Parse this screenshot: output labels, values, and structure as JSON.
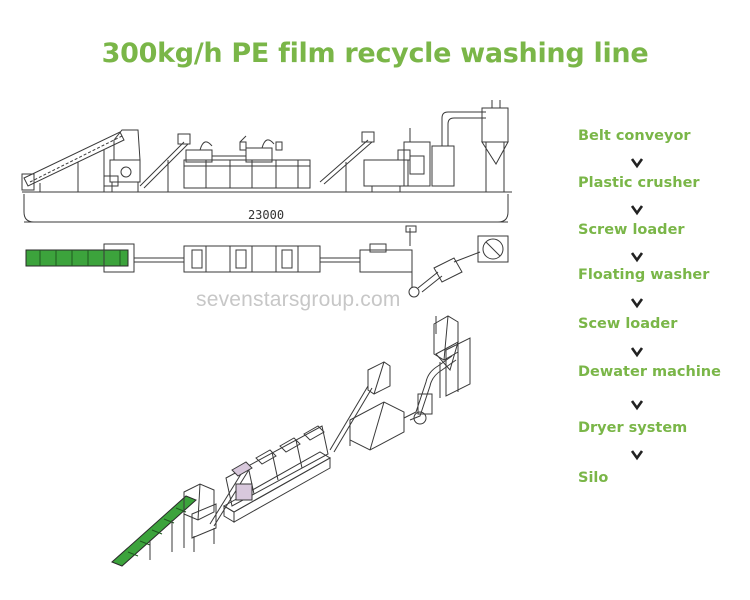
{
  "title": "300kg/h PE film recycle washing line",
  "dimension_label": "23000",
  "watermark": "sevenstarsgroup.com",
  "process_steps": [
    "Belt conveyor",
    "Plastic crusher",
    "Screw loader",
    "Floating washer",
    "Scew loader",
    "Dewater machine",
    "Dryer system",
    "Silo"
  ],
  "colors": {
    "accent_green": "#7ab648",
    "belt_green": "#3ca33c",
    "line": "#3a3a3a"
  }
}
